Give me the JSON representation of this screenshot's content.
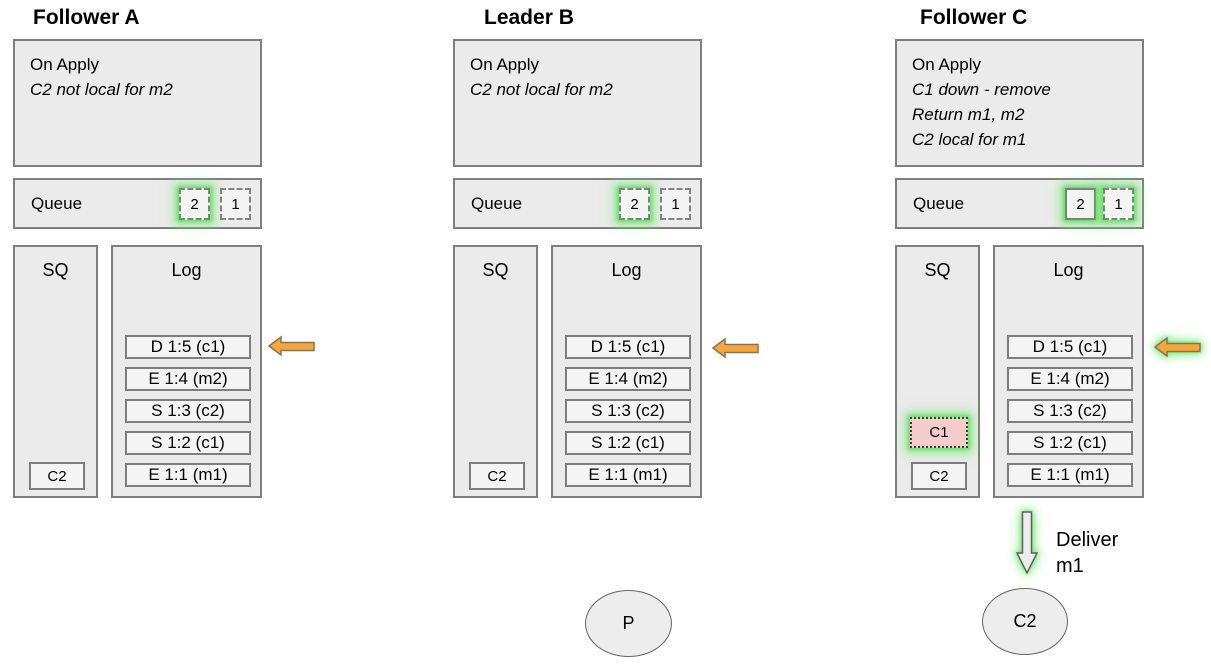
{
  "colors": {
    "box_fill": "#ebebeb",
    "box_border": "#7e7e7e",
    "inner_fill": "#f4f4f4",
    "glow_green": "#60dd60",
    "arrow_orange_fill": "#f7a63e",
    "arrow_orange_stroke": "#857550",
    "highlight_pink": "#f4cccc",
    "text": "#000000"
  },
  "panels": [
    {
      "title": "Follower A",
      "on_apply": {
        "heading": "On Apply",
        "lines": [
          "C2 not local for m2"
        ]
      },
      "queue": {
        "label": "Queue",
        "items": [
          {
            "value": "2",
            "border": "dashed",
            "glow": true
          },
          {
            "value": "1",
            "border": "dashed",
            "glow": false
          }
        ]
      },
      "sq": {
        "label": "SQ",
        "items": [
          {
            "value": "C2",
            "highlight": false
          }
        ]
      },
      "log": {
        "label": "Log",
        "entries": [
          "D 1:5 (c1)",
          "E 1:4 (m2)",
          "S 1:3 (c2)",
          "S 1:2 (c1)",
          "E 1:1 (m1)"
        ]
      },
      "apply_arrow": {
        "direction": "left",
        "glow": false
      }
    },
    {
      "title": "Leader B",
      "on_apply": {
        "heading": "On Apply",
        "lines": [
          "C2 not local for m2"
        ]
      },
      "queue": {
        "label": "Queue",
        "items": [
          {
            "value": "2",
            "border": "dashed",
            "glow": true
          },
          {
            "value": "1",
            "border": "dashed",
            "glow": false
          }
        ]
      },
      "sq": {
        "label": "SQ",
        "items": [
          {
            "value": "C2",
            "highlight": false
          }
        ]
      },
      "log": {
        "label": "Log",
        "entries": [
          "D 1:5 (c1)",
          "E 1:4 (m2)",
          "S 1:3 (c2)",
          "S 1:2 (c1)",
          "E 1:1 (m1)"
        ]
      },
      "apply_arrow": {
        "direction": "left",
        "glow": false
      },
      "actor": {
        "label": "P"
      }
    },
    {
      "title": "Follower C",
      "on_apply": {
        "heading": "On Apply",
        "lines": [
          "C1 down - remove",
          "Return m1, m2",
          "C2 local for m1"
        ]
      },
      "queue": {
        "label": "Queue",
        "items": [
          {
            "value": "2",
            "border": "solid",
            "glow": true
          },
          {
            "value": "1",
            "border": "dashed",
            "glow": true
          }
        ]
      },
      "sq": {
        "label": "SQ",
        "items": [
          {
            "value": "C1",
            "highlight": true
          },
          {
            "value": "C2",
            "highlight": false
          }
        ]
      },
      "log": {
        "label": "Log",
        "entries": [
          "D 1:5 (c1)",
          "E 1:4 (m2)",
          "S 1:3 (c2)",
          "S 1:2 (c1)",
          "E 1:1 (m1)"
        ]
      },
      "apply_arrow": {
        "direction": "left",
        "glow": true
      },
      "deliver": {
        "line1": "Deliver",
        "line2": "m1"
      },
      "actor": {
        "label": "C2"
      }
    }
  ]
}
